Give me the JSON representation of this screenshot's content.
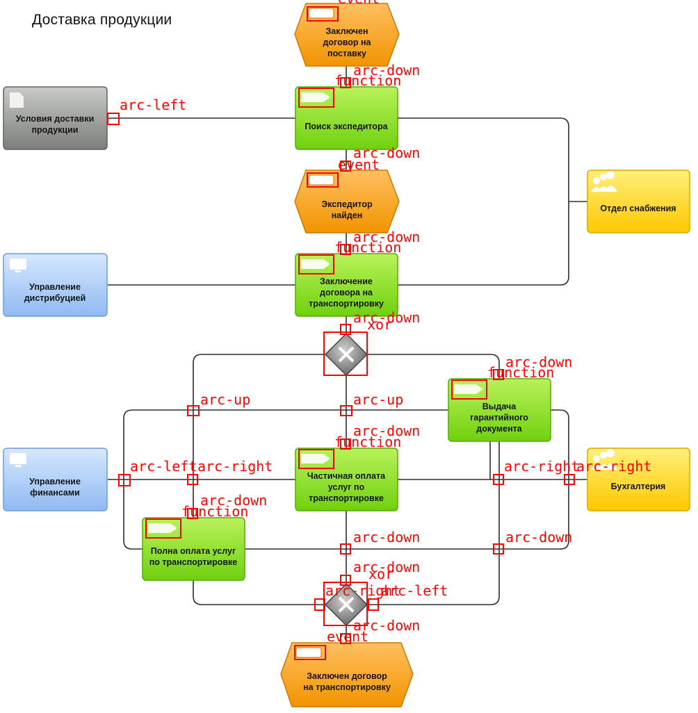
{
  "title": "Доставка продукции",
  "events": {
    "e1": "Заключен договор на поставку",
    "e2": "Экспедитор найден",
    "e3": "Заключен договор на транспортировку"
  },
  "functions": {
    "f1": "Поиск экспедитора",
    "f2": "Заключение договора на транспортировку",
    "f3": "Выдача гарантийного документа",
    "f4": "Частичная оплата услуг по транспортировке",
    "f5": "Полна оплата услуг по транспортировке"
  },
  "resources": {
    "doc": "Условия доставки продукции",
    "sys1": "Управление дистрибуцией",
    "sys2": "Управление финансами",
    "org1": "Отдел снабжения",
    "org2": "Бухгалтерия"
  },
  "annotations": {
    "event": "event",
    "function": "function",
    "xor": "xor",
    "arc_down": "arc-down",
    "arc_up": "arc-up",
    "arc_left": "arc-left",
    "arc_right": "arc-right"
  },
  "colors": {
    "event": "#f7a21a",
    "function": "#86e01f",
    "document": "#8f928d",
    "system": "#a9ccf7",
    "org": "#ffd21a",
    "gateway": "#7a7a7a",
    "annotation": "#ff0000"
  }
}
